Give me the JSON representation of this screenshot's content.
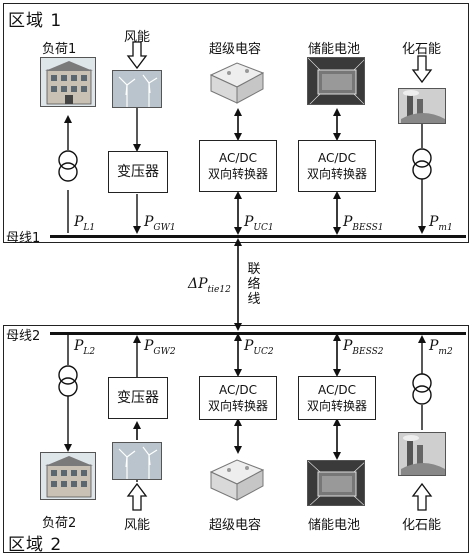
{
  "regions": {
    "r1": "区域 1",
    "r2": "区域 2"
  },
  "buses": {
    "bus1": "母线1",
    "bus2": "母线2"
  },
  "tie_line": {
    "label": "联络线",
    "power": {
      "sym": "ΔP",
      "sub": "tie12"
    }
  },
  "top": {
    "load": "负荷1",
    "wind": "风能",
    "cap": "超级电容",
    "bess": "储能电池",
    "fossil": "化石能",
    "transformer": "变压器",
    "acdc1_line1": "AC/DC",
    "acdc1_line2": "双向转换器",
    "acdc2_line1": "AC/DC",
    "acdc2_line2": "双向转换器",
    "p_load": {
      "sym": "P",
      "sub": "L1"
    },
    "p_gw": {
      "sym": "P",
      "sub": "GW1"
    },
    "p_uc": {
      "sym": "P",
      "sub": "UC1"
    },
    "p_bess": {
      "sym": "P",
      "sub": "BESS1"
    },
    "p_m": {
      "sym": "P",
      "sub": "m1"
    }
  },
  "bottom": {
    "load": "负荷2",
    "wind": "风能",
    "cap": "超级电容",
    "bess": "储能电池",
    "fossil": "化石能",
    "transformer": "变压器",
    "acdc1_line1": "AC/DC",
    "acdc1_line2": "双向转换器",
    "acdc2_line1": "AC/DC",
    "acdc2_line2": "双向转换器",
    "p_load": {
      "sym": "P",
      "sub": "L2"
    },
    "p_gw": {
      "sym": "P",
      "sub": "GW2"
    },
    "p_uc": {
      "sym": "P",
      "sub": "UC2"
    },
    "p_bess": {
      "sym": "P",
      "sub": "BESS2"
    },
    "p_m": {
      "sym": "P",
      "sub": "m2"
    }
  }
}
